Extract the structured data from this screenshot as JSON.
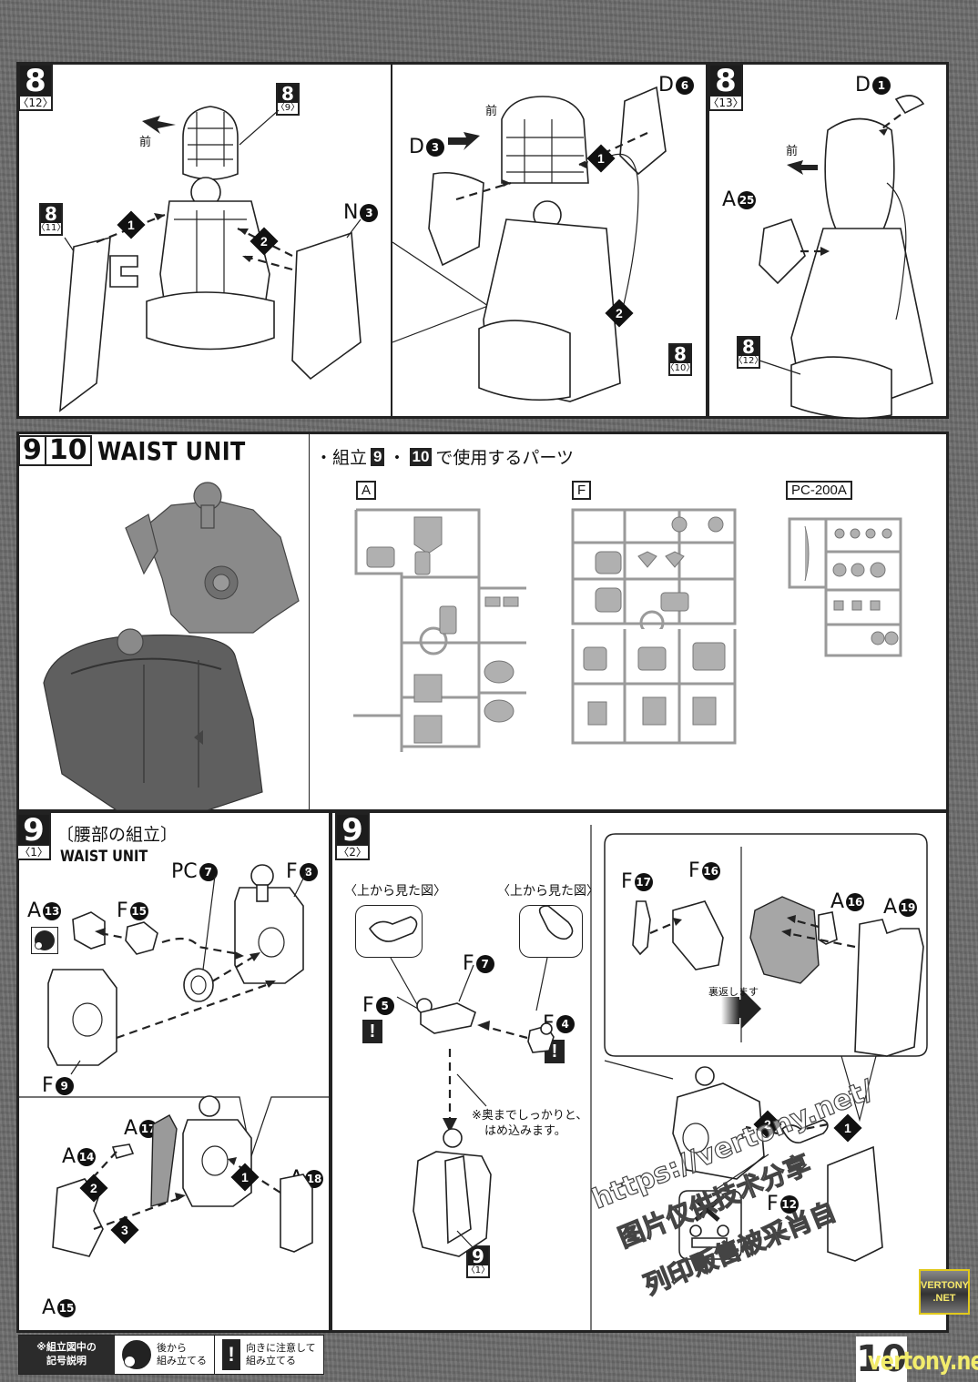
{
  "page": {
    "number": "10",
    "watermark_url": "vertony.net",
    "watermark_badge": [
      "VERTONY",
      ".NET"
    ],
    "watermark_overlay": [
      "https://vertony.net/",
      "图片仅供技术分享",
      "列印贩售被采肖自"
    ]
  },
  "top_row": {
    "panel_left": {
      "step": {
        "num": "8",
        "sub": "〈12〉"
      },
      "front_label": "前",
      "callouts": [
        {
          "name": "ref-8-9",
          "num": "8",
          "sub": "〈9〉"
        },
        {
          "name": "ref-8-11",
          "num": "8",
          "sub": "〈11〉"
        }
      ],
      "parts": [
        {
          "letter": "N",
          "num": "3"
        }
      ],
      "steps": [
        "1",
        "2"
      ]
    },
    "panel_middle": {
      "front_label": "前",
      "parts": [
        {
          "letter": "D",
          "num": "3"
        },
        {
          "letter": "D",
          "num": "6"
        }
      ],
      "callouts": [
        {
          "name": "ref-8-10",
          "num": "8",
          "sub": "〈10〉"
        }
      ],
      "steps": [
        "1",
        "2"
      ]
    },
    "panel_right": {
      "step": {
        "num": "8",
        "sub": "〈13〉"
      },
      "front_label": "前",
      "parts": [
        {
          "letter": "D",
          "num": "1"
        },
        {
          "letter": "A",
          "num": "25"
        }
      ],
      "callouts": [
        {
          "name": "ref-8-12",
          "num": "8",
          "sub": "〈12〉"
        }
      ]
    }
  },
  "middle_row": {
    "title": {
      "steps": [
        "9",
        "10"
      ],
      "text": "WAIST UNIT"
    },
    "parts_used": {
      "prefix": "・組立",
      "step_a": "9",
      "sep": "・",
      "step_b": "10",
      "suffix": "で使用するパーツ"
    },
    "runners": [
      {
        "label": "A"
      },
      {
        "label": "F"
      },
      {
        "label": "PC-200A"
      }
    ]
  },
  "bottom_row": {
    "panel_left": {
      "step": {
        "num": "9",
        "sub": "〈1〉"
      },
      "title_jp": "〔腰部の組立〕",
      "title_en": "WAIST UNIT",
      "parts": [
        {
          "letter": "A",
          "num": "13"
        },
        {
          "letter": "F",
          "num": "15"
        },
        {
          "letter": "PC",
          "num": "7"
        },
        {
          "letter": "F",
          "num": "8"
        },
        {
          "letter": "F",
          "num": "9"
        },
        {
          "letter": "A",
          "num": "17"
        },
        {
          "letter": "A",
          "num": "14"
        },
        {
          "letter": "A",
          "num": "18"
        },
        {
          "letter": "A",
          "num": "15"
        }
      ],
      "steps": [
        "1",
        "2",
        "3"
      ]
    },
    "panel_right": {
      "step": {
        "num": "9",
        "sub": "〈2〉"
      },
      "view_label_left": "〈上から見た図〉",
      "view_label_right": "〈上から見た図〉",
      "parts": [
        {
          "letter": "F",
          "num": "7"
        },
        {
          "letter": "F",
          "num": "5"
        },
        {
          "letter": "F",
          "num": "4"
        },
        {
          "letter": "F",
          "num": "17"
        },
        {
          "letter": "F",
          "num": "16"
        },
        {
          "letter": "A",
          "num": "16"
        },
        {
          "letter": "A",
          "num": "19"
        },
        {
          "letter": "F",
          "num": "12"
        }
      ],
      "flip_label": "裏返します",
      "note_lines": [
        "※奥までしっかりと、",
        "はめ込みます。"
      ],
      "callout": {
        "num": "9",
        "sub": "〈1〉"
      },
      "steps": [
        "1",
        "2"
      ]
    }
  },
  "legend": {
    "title_lines": [
      "※組立図中の",
      "記号説明"
    ],
    "items": [
      {
        "icon": "assemble-later-icon",
        "lines": [
          "後から",
          "組み立てる"
        ]
      },
      {
        "icon": "caution-icon",
        "symbol": "!",
        "lines": [
          "向きに注意して",
          "組み立てる"
        ]
      }
    ]
  }
}
